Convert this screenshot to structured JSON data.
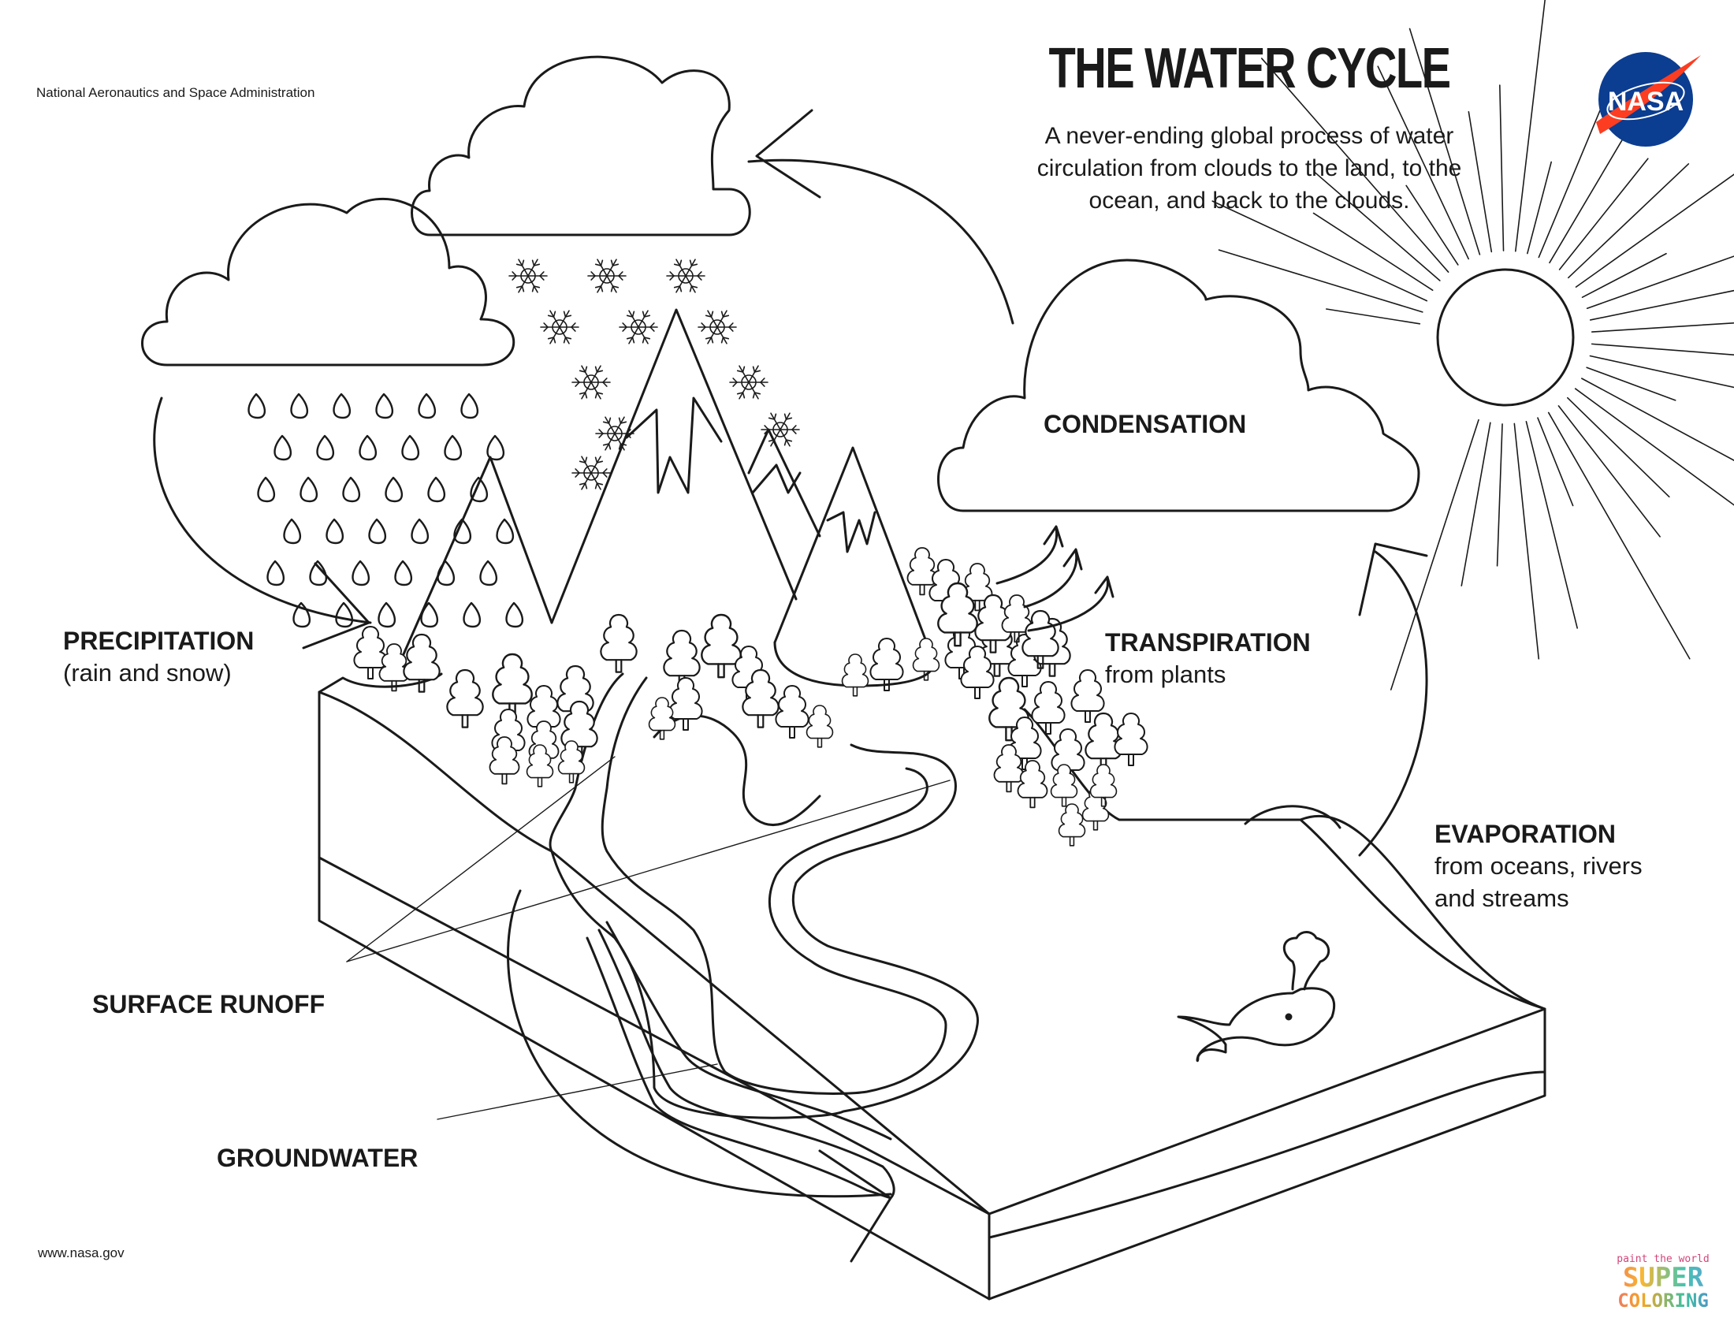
{
  "header": {
    "agency": "National Aeronautics and Space Administration",
    "title": "THE WATER CYCLE",
    "subtitle": [
      "A never-ending global process of water",
      "circulation from clouds to the land, to the",
      "ocean, and back to the clouds."
    ],
    "logo_text": "NASA"
  },
  "labels": {
    "condensation": "CONDENSATION",
    "transpiration": "TRANSPIRATION",
    "transpiration_sub": "from plants",
    "precipitation": "PRECIPITATION",
    "precipitation_sub": "(rain and snow)",
    "evaporation": "EVAPORATION",
    "evaporation_sub": [
      "from oceans, rivers",
      "and streams"
    ],
    "surface_runoff": "SURFACE RUNOFF",
    "groundwater": "GROUNDWATER"
  },
  "footer": {
    "website": "www.nasa.gov",
    "watermark": {
      "tagline": "paint the world",
      "line1": "SUPER",
      "line2": "COLORING"
    }
  },
  "colors": {
    "ink": "#1a1a1a",
    "paper": "#ffffff",
    "nasa_blue": "#0b3d91",
    "nasa_red": "#fc3d21"
  },
  "icons": [
    "nasa-logo-icon",
    "sun-icon",
    "cloud-icon",
    "raindrop-icon",
    "snowflake-icon",
    "mountain-icon",
    "tree-icon",
    "whale-icon",
    "arrow-icon"
  ]
}
